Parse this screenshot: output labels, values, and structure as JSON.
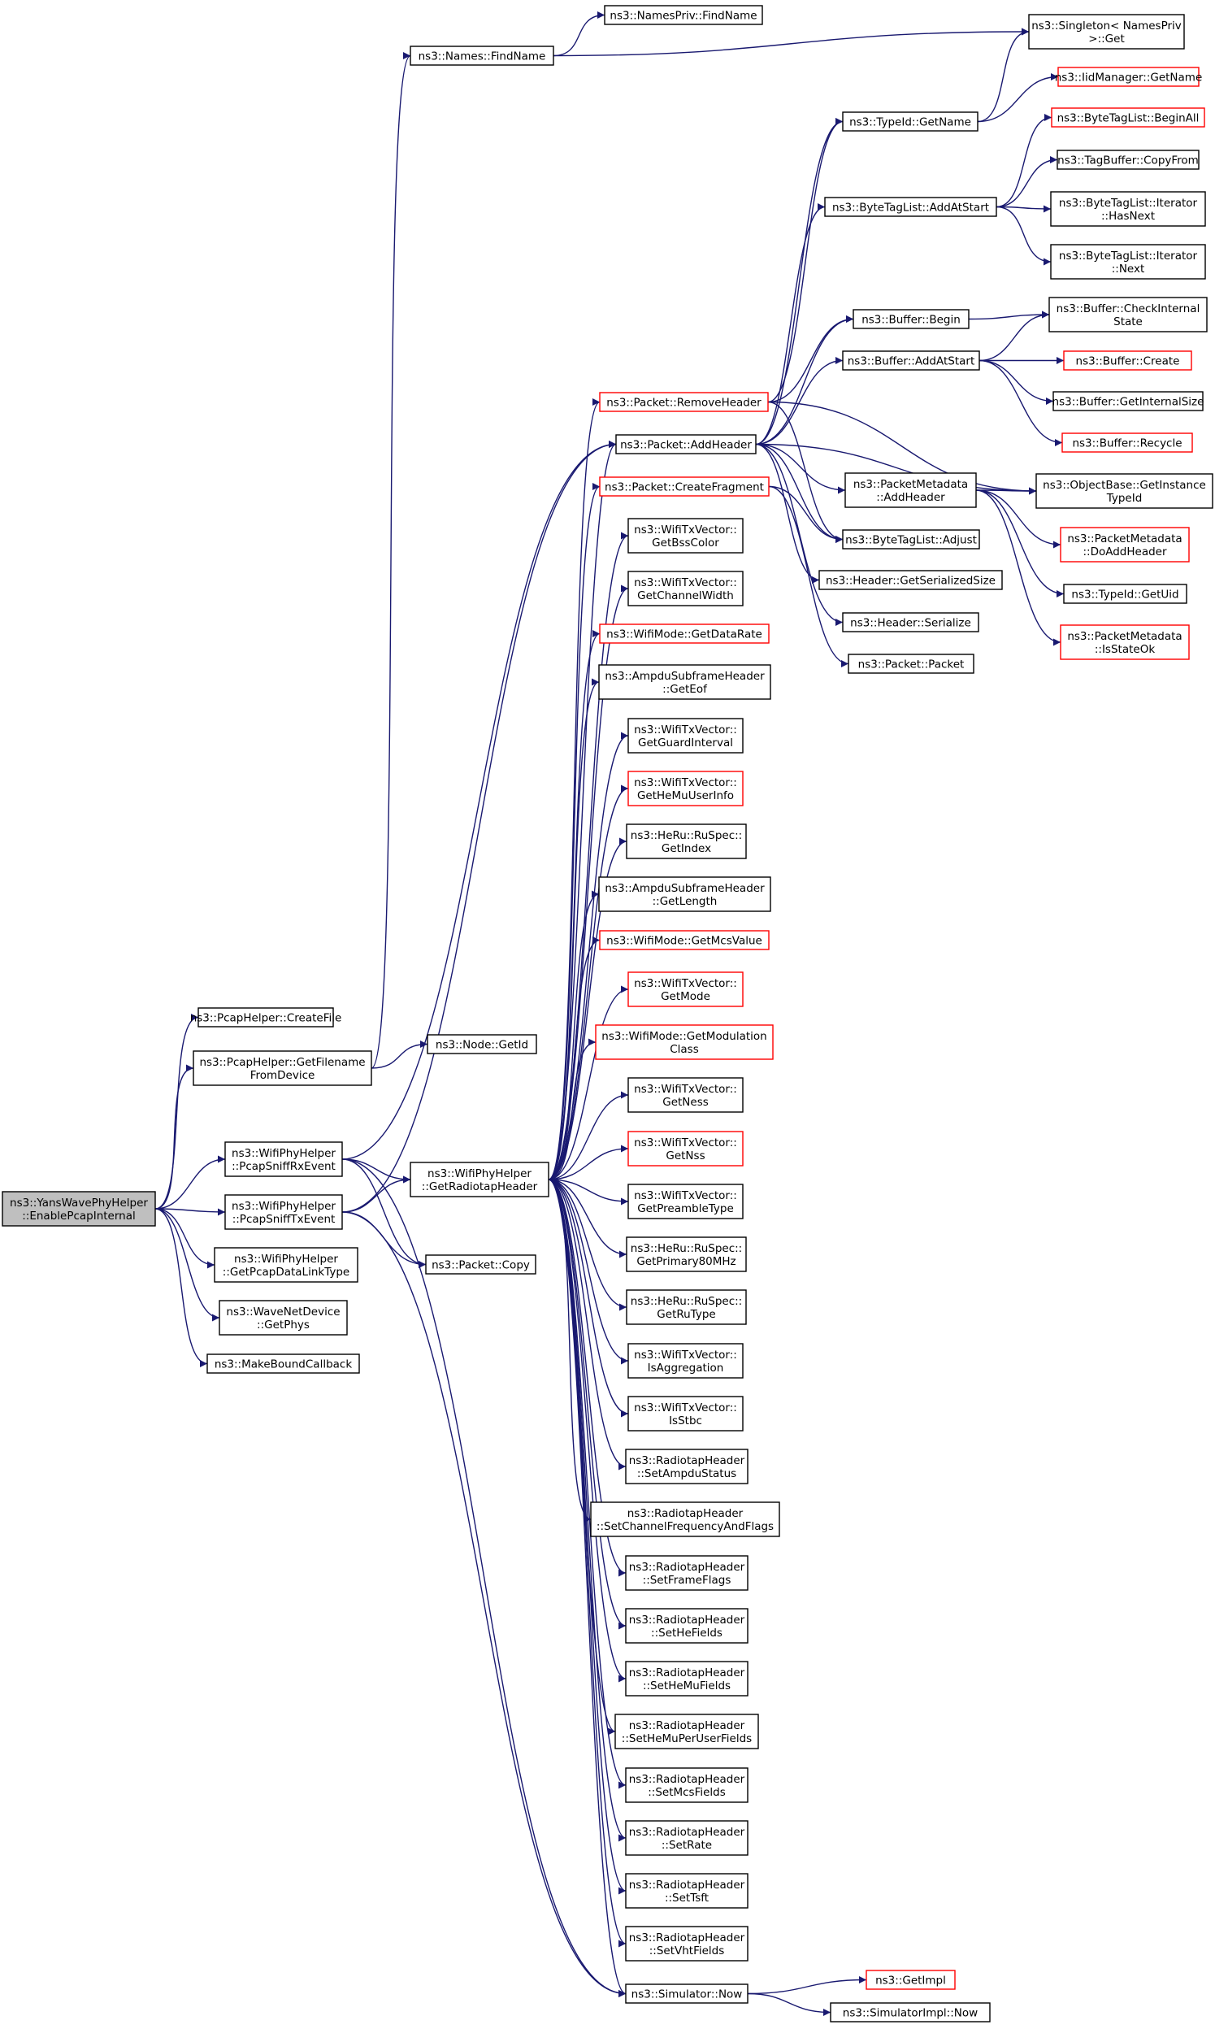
{
  "colors": {
    "edge": "#191970",
    "border_default": "#000000",
    "border_truncated": "#ff0000",
    "fill_root": "#bfbfbf",
    "fill_default": "#ffffff"
  },
  "nodes": [
    {
      "id": "root",
      "lines": [
        "ns3::YansWavePhyHelper",
        "::EnablePcapInternal"
      ],
      "style": "root"
    },
    {
      "id": "pcaphelper_createfile",
      "lines": [
        "ns3::PcapHelper::CreateFile"
      ],
      "style": "default"
    },
    {
      "id": "pcaphelper_getfilename",
      "lines": [
        "ns3::PcapHelper::GetFilename",
        "FromDevice"
      ],
      "style": "default"
    },
    {
      "id": "wifiphy_sniffrx",
      "lines": [
        "ns3::WifiPhyHelper",
        "::PcapSniffRxEvent"
      ],
      "style": "default"
    },
    {
      "id": "wifiphy_snifftx",
      "lines": [
        "ns3::WifiPhyHelper",
        "::PcapSniffTxEvent"
      ],
      "style": "default"
    },
    {
      "id": "wifiphy_getdatalinktype",
      "lines": [
        "ns3::WifiPhyHelper",
        "::GetPcapDataLinkType"
      ],
      "style": "default"
    },
    {
      "id": "wavenetdevice_getphys",
      "lines": [
        "ns3::WaveNetDevice",
        "::GetPhys"
      ],
      "style": "default"
    },
    {
      "id": "makeboundcallback",
      "lines": [
        "ns3::MakeBoundCallback"
      ],
      "style": "default"
    },
    {
      "id": "names_findname",
      "lines": [
        "ns3::Names::FindName"
      ],
      "style": "default"
    },
    {
      "id": "node_getid",
      "lines": [
        "ns3::Node::GetId"
      ],
      "style": "default"
    },
    {
      "id": "wifiphy_getradiotap",
      "lines": [
        "ns3::WifiPhyHelper",
        "::GetRadiotapHeader"
      ],
      "style": "default"
    },
    {
      "id": "packet_copy",
      "lines": [
        "ns3::Packet::Copy"
      ],
      "style": "default"
    },
    {
      "id": "namespriv_findname",
      "lines": [
        "ns3::NamesPriv::FindName"
      ],
      "style": "default"
    },
    {
      "id": "singleton_get",
      "lines": [
        "ns3::Singleton< NamesPriv",
        ">::Get"
      ],
      "style": "default"
    },
    {
      "id": "packet_removeheader",
      "lines": [
        "ns3::Packet::RemoveHeader"
      ],
      "style": "truncated"
    },
    {
      "id": "packet_addheader",
      "lines": [
        "ns3::Packet::AddHeader"
      ],
      "style": "default"
    },
    {
      "id": "packet_createfragment",
      "lines": [
        "ns3::Packet::CreateFragment"
      ],
      "style": "truncated"
    },
    {
      "id": "txv_getbsscolor",
      "lines": [
        "ns3::WifiTxVector::",
        "GetBssColor"
      ],
      "style": "default"
    },
    {
      "id": "txv_getchannelwidth",
      "lines": [
        "ns3::WifiTxVector::",
        "GetChannelWidth"
      ],
      "style": "default"
    },
    {
      "id": "wifimode_getdatarate",
      "lines": [
        "ns3::WifiMode::GetDataRate"
      ],
      "style": "truncated"
    },
    {
      "id": "ampdu_geteof",
      "lines": [
        "ns3::AmpduSubframeHeader",
        "::GetEof"
      ],
      "style": "default"
    },
    {
      "id": "txv_getguardinterval",
      "lines": [
        "ns3::WifiTxVector::",
        "GetGuardInterval"
      ],
      "style": "default"
    },
    {
      "id": "txv_gethemuuserinfo",
      "lines": [
        "ns3::WifiTxVector::",
        "GetHeMuUserInfo"
      ],
      "style": "truncated"
    },
    {
      "id": "heru_getindex",
      "lines": [
        "ns3::HeRu::RuSpec::",
        "GetIndex"
      ],
      "style": "default"
    },
    {
      "id": "ampdu_getlength",
      "lines": [
        "ns3::AmpduSubframeHeader",
        "::GetLength"
      ],
      "style": "default"
    },
    {
      "id": "wifimode_getmcsvalue",
      "lines": [
        "ns3::WifiMode::GetMcsValue"
      ],
      "style": "truncated"
    },
    {
      "id": "txv_getmode",
      "lines": [
        "ns3::WifiTxVector::",
        "GetMode"
      ],
      "style": "truncated"
    },
    {
      "id": "wifimode_getmodulation",
      "lines": [
        "ns3::WifiMode::GetModulation",
        "Class"
      ],
      "style": "truncated"
    },
    {
      "id": "txv_getness",
      "lines": [
        "ns3::WifiTxVector::",
        "GetNess"
      ],
      "style": "default"
    },
    {
      "id": "txv_getnss",
      "lines": [
        "ns3::WifiTxVector::",
        "GetNss"
      ],
      "style": "truncated"
    },
    {
      "id": "txv_getpreambletype",
      "lines": [
        "ns3::WifiTxVector::",
        "GetPreambleType"
      ],
      "style": "default"
    },
    {
      "id": "heru_getprimary80",
      "lines": [
        "ns3::HeRu::RuSpec::",
        "GetPrimary80MHz"
      ],
      "style": "default"
    },
    {
      "id": "heru_getrutype",
      "lines": [
        "ns3::HeRu::RuSpec::",
        "GetRuType"
      ],
      "style": "default"
    },
    {
      "id": "txv_isaggregation",
      "lines": [
        "ns3::WifiTxVector::",
        "IsAggregation"
      ],
      "style": "default"
    },
    {
      "id": "txv_isstbc",
      "lines": [
        "ns3::WifiTxVector::",
        "IsStbc"
      ],
      "style": "default"
    },
    {
      "id": "rt_setampdustatus",
      "lines": [
        "ns3::RadiotapHeader",
        "::SetAmpduStatus"
      ],
      "style": "default"
    },
    {
      "id": "rt_setchannelfreq",
      "lines": [
        "ns3::RadiotapHeader",
        "::SetChannelFrequencyAndFlags"
      ],
      "style": "default"
    },
    {
      "id": "rt_setframeflags",
      "lines": [
        "ns3::RadiotapHeader",
        "::SetFrameFlags"
      ],
      "style": "default"
    },
    {
      "id": "rt_sethefields",
      "lines": [
        "ns3::RadiotapHeader",
        "::SetHeFields"
      ],
      "style": "default"
    },
    {
      "id": "rt_sethemufields",
      "lines": [
        "ns3::RadiotapHeader",
        "::SetHeMuFields"
      ],
      "style": "default"
    },
    {
      "id": "rt_sethemuperuser",
      "lines": [
        "ns3::RadiotapHeader",
        "::SetHeMuPerUserFields"
      ],
      "style": "default"
    },
    {
      "id": "rt_setmcsfields",
      "lines": [
        "ns3::RadiotapHeader",
        "::SetMcsFields"
      ],
      "style": "default"
    },
    {
      "id": "rt_setrate",
      "lines": [
        "ns3::RadiotapHeader",
        "::SetRate"
      ],
      "style": "default"
    },
    {
      "id": "rt_settsft",
      "lines": [
        "ns3::RadiotapHeader",
        "::SetTsft"
      ],
      "style": "default"
    },
    {
      "id": "rt_setvhtfields",
      "lines": [
        "ns3::RadiotapHeader",
        "::SetVhtFields"
      ],
      "style": "default"
    },
    {
      "id": "simulator_now",
      "lines": [
        "ns3::Simulator::Now"
      ],
      "style": "default"
    },
    {
      "id": "typeid_getname",
      "lines": [
        "ns3::TypeId::GetName"
      ],
      "style": "default"
    },
    {
      "id": "bytetaglist_addatstart",
      "lines": [
        "ns3::ByteTagList::AddAtStart"
      ],
      "style": "default"
    },
    {
      "id": "buffer_begin",
      "lines": [
        "ns3::Buffer::Begin"
      ],
      "style": "default"
    },
    {
      "id": "buffer_addatstart",
      "lines": [
        "ns3::Buffer::AddAtStart"
      ],
      "style": "default"
    },
    {
      "id": "packetmetadata_addheader",
      "lines": [
        "ns3::PacketMetadata",
        "::AddHeader"
      ],
      "style": "default"
    },
    {
      "id": "bytetaglist_adjust",
      "lines": [
        "ns3::ByteTagList::Adjust"
      ],
      "style": "default"
    },
    {
      "id": "header_getserializedsize",
      "lines": [
        "ns3::Header::GetSerializedSize"
      ],
      "style": "default"
    },
    {
      "id": "header_serialize",
      "lines": [
        "ns3::Header::Serialize"
      ],
      "style": "default"
    },
    {
      "id": "packet_packet",
      "lines": [
        "ns3::Packet::Packet"
      ],
      "style": "default"
    },
    {
      "id": "getimpl",
      "lines": [
        "ns3::GetImpl"
      ],
      "style": "truncated"
    },
    {
      "id": "simulatorimpl_now",
      "lines": [
        "ns3::SimulatorImpl::Now"
      ],
      "style": "default"
    },
    {
      "id": "iidmanager_getname",
      "lines": [
        "ns3::IidManager::GetName"
      ],
      "style": "truncated"
    },
    {
      "id": "bytetaglist_beginall",
      "lines": [
        "ns3::ByteTagList::BeginAll"
      ],
      "style": "truncated"
    },
    {
      "id": "tagbuffer_copyfrom",
      "lines": [
        "ns3::TagBuffer::CopyFrom"
      ],
      "style": "default"
    },
    {
      "id": "btl_iter_hasnext",
      "lines": [
        "ns3::ByteTagList::Iterator",
        "::HasNext"
      ],
      "style": "default"
    },
    {
      "id": "btl_iter_next",
      "lines": [
        "ns3::ByteTagList::Iterator",
        "::Next"
      ],
      "style": "default"
    },
    {
      "id": "buffer_checkinternal",
      "lines": [
        "ns3::Buffer::CheckInternal",
        "State"
      ],
      "style": "default"
    },
    {
      "id": "buffer_create",
      "lines": [
        "ns3::Buffer::Create"
      ],
      "style": "truncated"
    },
    {
      "id": "buffer_getinternalsize",
      "lines": [
        "ns3::Buffer::GetInternalSize"
      ],
      "style": "default"
    },
    {
      "id": "buffer_recycle",
      "lines": [
        "ns3::Buffer::Recycle"
      ],
      "style": "truncated"
    },
    {
      "id": "objectbase_getinstancetypeid",
      "lines": [
        "ns3::ObjectBase::GetInstance",
        "TypeId"
      ],
      "style": "default"
    },
    {
      "id": "pm_doaddheader",
      "lines": [
        "ns3::PacketMetadata",
        "::DoAddHeader"
      ],
      "style": "truncated"
    },
    {
      "id": "typeid_getuid",
      "lines": [
        "ns3::TypeId::GetUid"
      ],
      "style": "default"
    },
    {
      "id": "pm_isstateok",
      "lines": [
        "ns3::PacketMetadata",
        "::IsStateOk"
      ],
      "style": "truncated"
    }
  ],
  "edges": [
    [
      "root",
      "pcaphelper_createfile"
    ],
    [
      "root",
      "pcaphelper_getfilename"
    ],
    [
      "root",
      "wifiphy_sniffrx"
    ],
    [
      "root",
      "wifiphy_snifftx"
    ],
    [
      "root",
      "wifiphy_getdatalinktype"
    ],
    [
      "root",
      "wavenetdevice_getphys"
    ],
    [
      "root",
      "makeboundcallback"
    ],
    [
      "pcaphelper_getfilename",
      "names_findname"
    ],
    [
      "pcaphelper_getfilename",
      "node_getid"
    ],
    [
      "names_findname",
      "namespriv_findname"
    ],
    [
      "names_findname",
      "singleton_get"
    ],
    [
      "wifiphy_sniffrx",
      "wifiphy_getradiotap"
    ],
    [
      "wifiphy_sniffrx",
      "packet_copy"
    ],
    [
      "wifiphy_sniffrx",
      "packet_addheader"
    ],
    [
      "wifiphy_sniffrx",
      "simulator_now"
    ],
    [
      "wifiphy_snifftx",
      "wifiphy_getradiotap"
    ],
    [
      "wifiphy_snifftx",
      "packet_copy"
    ],
    [
      "wifiphy_snifftx",
      "packet_addheader"
    ],
    [
      "wifiphy_snifftx",
      "simulator_now"
    ],
    [
      "wifiphy_getradiotap",
      "packet_removeheader"
    ],
    [
      "wifiphy_getradiotap",
      "packet_addheader"
    ],
    [
      "wifiphy_getradiotap",
      "packet_createfragment"
    ],
    [
      "wifiphy_getradiotap",
      "txv_getbsscolor"
    ],
    [
      "wifiphy_getradiotap",
      "txv_getchannelwidth"
    ],
    [
      "wifiphy_getradiotap",
      "wifimode_getdatarate"
    ],
    [
      "wifiphy_getradiotap",
      "ampdu_geteof"
    ],
    [
      "wifiphy_getradiotap",
      "txv_getguardinterval"
    ],
    [
      "wifiphy_getradiotap",
      "txv_gethemuuserinfo"
    ],
    [
      "wifiphy_getradiotap",
      "heru_getindex"
    ],
    [
      "wifiphy_getradiotap",
      "ampdu_getlength"
    ],
    [
      "wifiphy_getradiotap",
      "wifimode_getmcsvalue"
    ],
    [
      "wifiphy_getradiotap",
      "txv_getmode"
    ],
    [
      "wifiphy_getradiotap",
      "wifimode_getmodulation"
    ],
    [
      "wifiphy_getradiotap",
      "txv_getness"
    ],
    [
      "wifiphy_getradiotap",
      "txv_getnss"
    ],
    [
      "wifiphy_getradiotap",
      "txv_getpreambletype"
    ],
    [
      "wifiphy_getradiotap",
      "heru_getprimary80"
    ],
    [
      "wifiphy_getradiotap",
      "heru_getrutype"
    ],
    [
      "wifiphy_getradiotap",
      "txv_isaggregation"
    ],
    [
      "wifiphy_getradiotap",
      "txv_isstbc"
    ],
    [
      "wifiphy_getradiotap",
      "rt_setampdustatus"
    ],
    [
      "wifiphy_getradiotap",
      "rt_setchannelfreq"
    ],
    [
      "wifiphy_getradiotap",
      "rt_setframeflags"
    ],
    [
      "wifiphy_getradiotap",
      "rt_sethefields"
    ],
    [
      "wifiphy_getradiotap",
      "rt_sethemufields"
    ],
    [
      "wifiphy_getradiotap",
      "rt_sethemuperuser"
    ],
    [
      "wifiphy_getradiotap",
      "rt_setmcsfields"
    ],
    [
      "wifiphy_getradiotap",
      "rt_setrate"
    ],
    [
      "wifiphy_getradiotap",
      "rt_settsft"
    ],
    [
      "wifiphy_getradiotap",
      "rt_setvhtfields"
    ],
    [
      "wifiphy_getradiotap",
      "simulator_now"
    ],
    [
      "packet_removeheader",
      "typeid_getname"
    ],
    [
      "packet_removeheader",
      "buffer_begin"
    ],
    [
      "packet_removeheader",
      "objectbase_getinstancetypeid"
    ],
    [
      "packet_removeheader",
      "bytetaglist_adjust"
    ],
    [
      "packet_addheader",
      "typeid_getname"
    ],
    [
      "packet_addheader",
      "bytetaglist_addatstart"
    ],
    [
      "packet_addheader",
      "buffer_begin"
    ],
    [
      "packet_addheader",
      "buffer_addatstart"
    ],
    [
      "packet_addheader",
      "packetmetadata_addheader"
    ],
    [
      "packet_addheader",
      "objectbase_getinstancetypeid"
    ],
    [
      "packet_addheader",
      "bytetaglist_adjust"
    ],
    [
      "packet_addheader",
      "header_getserializedsize"
    ],
    [
      "packet_addheader",
      "header_serialize"
    ],
    [
      "packet_createfragment",
      "bytetaglist_adjust"
    ],
    [
      "packet_createfragment",
      "packet_packet"
    ],
    [
      "simulator_now",
      "getimpl"
    ],
    [
      "simulator_now",
      "simulatorimpl_now"
    ],
    [
      "typeid_getname",
      "singleton_get"
    ],
    [
      "typeid_getname",
      "iidmanager_getname"
    ],
    [
      "bytetaglist_addatstart",
      "bytetaglist_beginall"
    ],
    [
      "bytetaglist_addatstart",
      "tagbuffer_copyfrom"
    ],
    [
      "bytetaglist_addatstart",
      "btl_iter_hasnext"
    ],
    [
      "bytetaglist_addatstart",
      "btl_iter_next"
    ],
    [
      "buffer_begin",
      "buffer_checkinternal"
    ],
    [
      "buffer_addatstart",
      "buffer_checkinternal"
    ],
    [
      "buffer_addatstart",
      "buffer_create"
    ],
    [
      "buffer_addatstart",
      "buffer_getinternalsize"
    ],
    [
      "buffer_addatstart",
      "buffer_recycle"
    ],
    [
      "packetmetadata_addheader",
      "objectbase_getinstancetypeid"
    ],
    [
      "packetmetadata_addheader",
      "pm_doaddheader"
    ],
    [
      "packetmetadata_addheader",
      "typeid_getuid"
    ],
    [
      "packetmetadata_addheader",
      "pm_isstateok"
    ]
  ]
}
